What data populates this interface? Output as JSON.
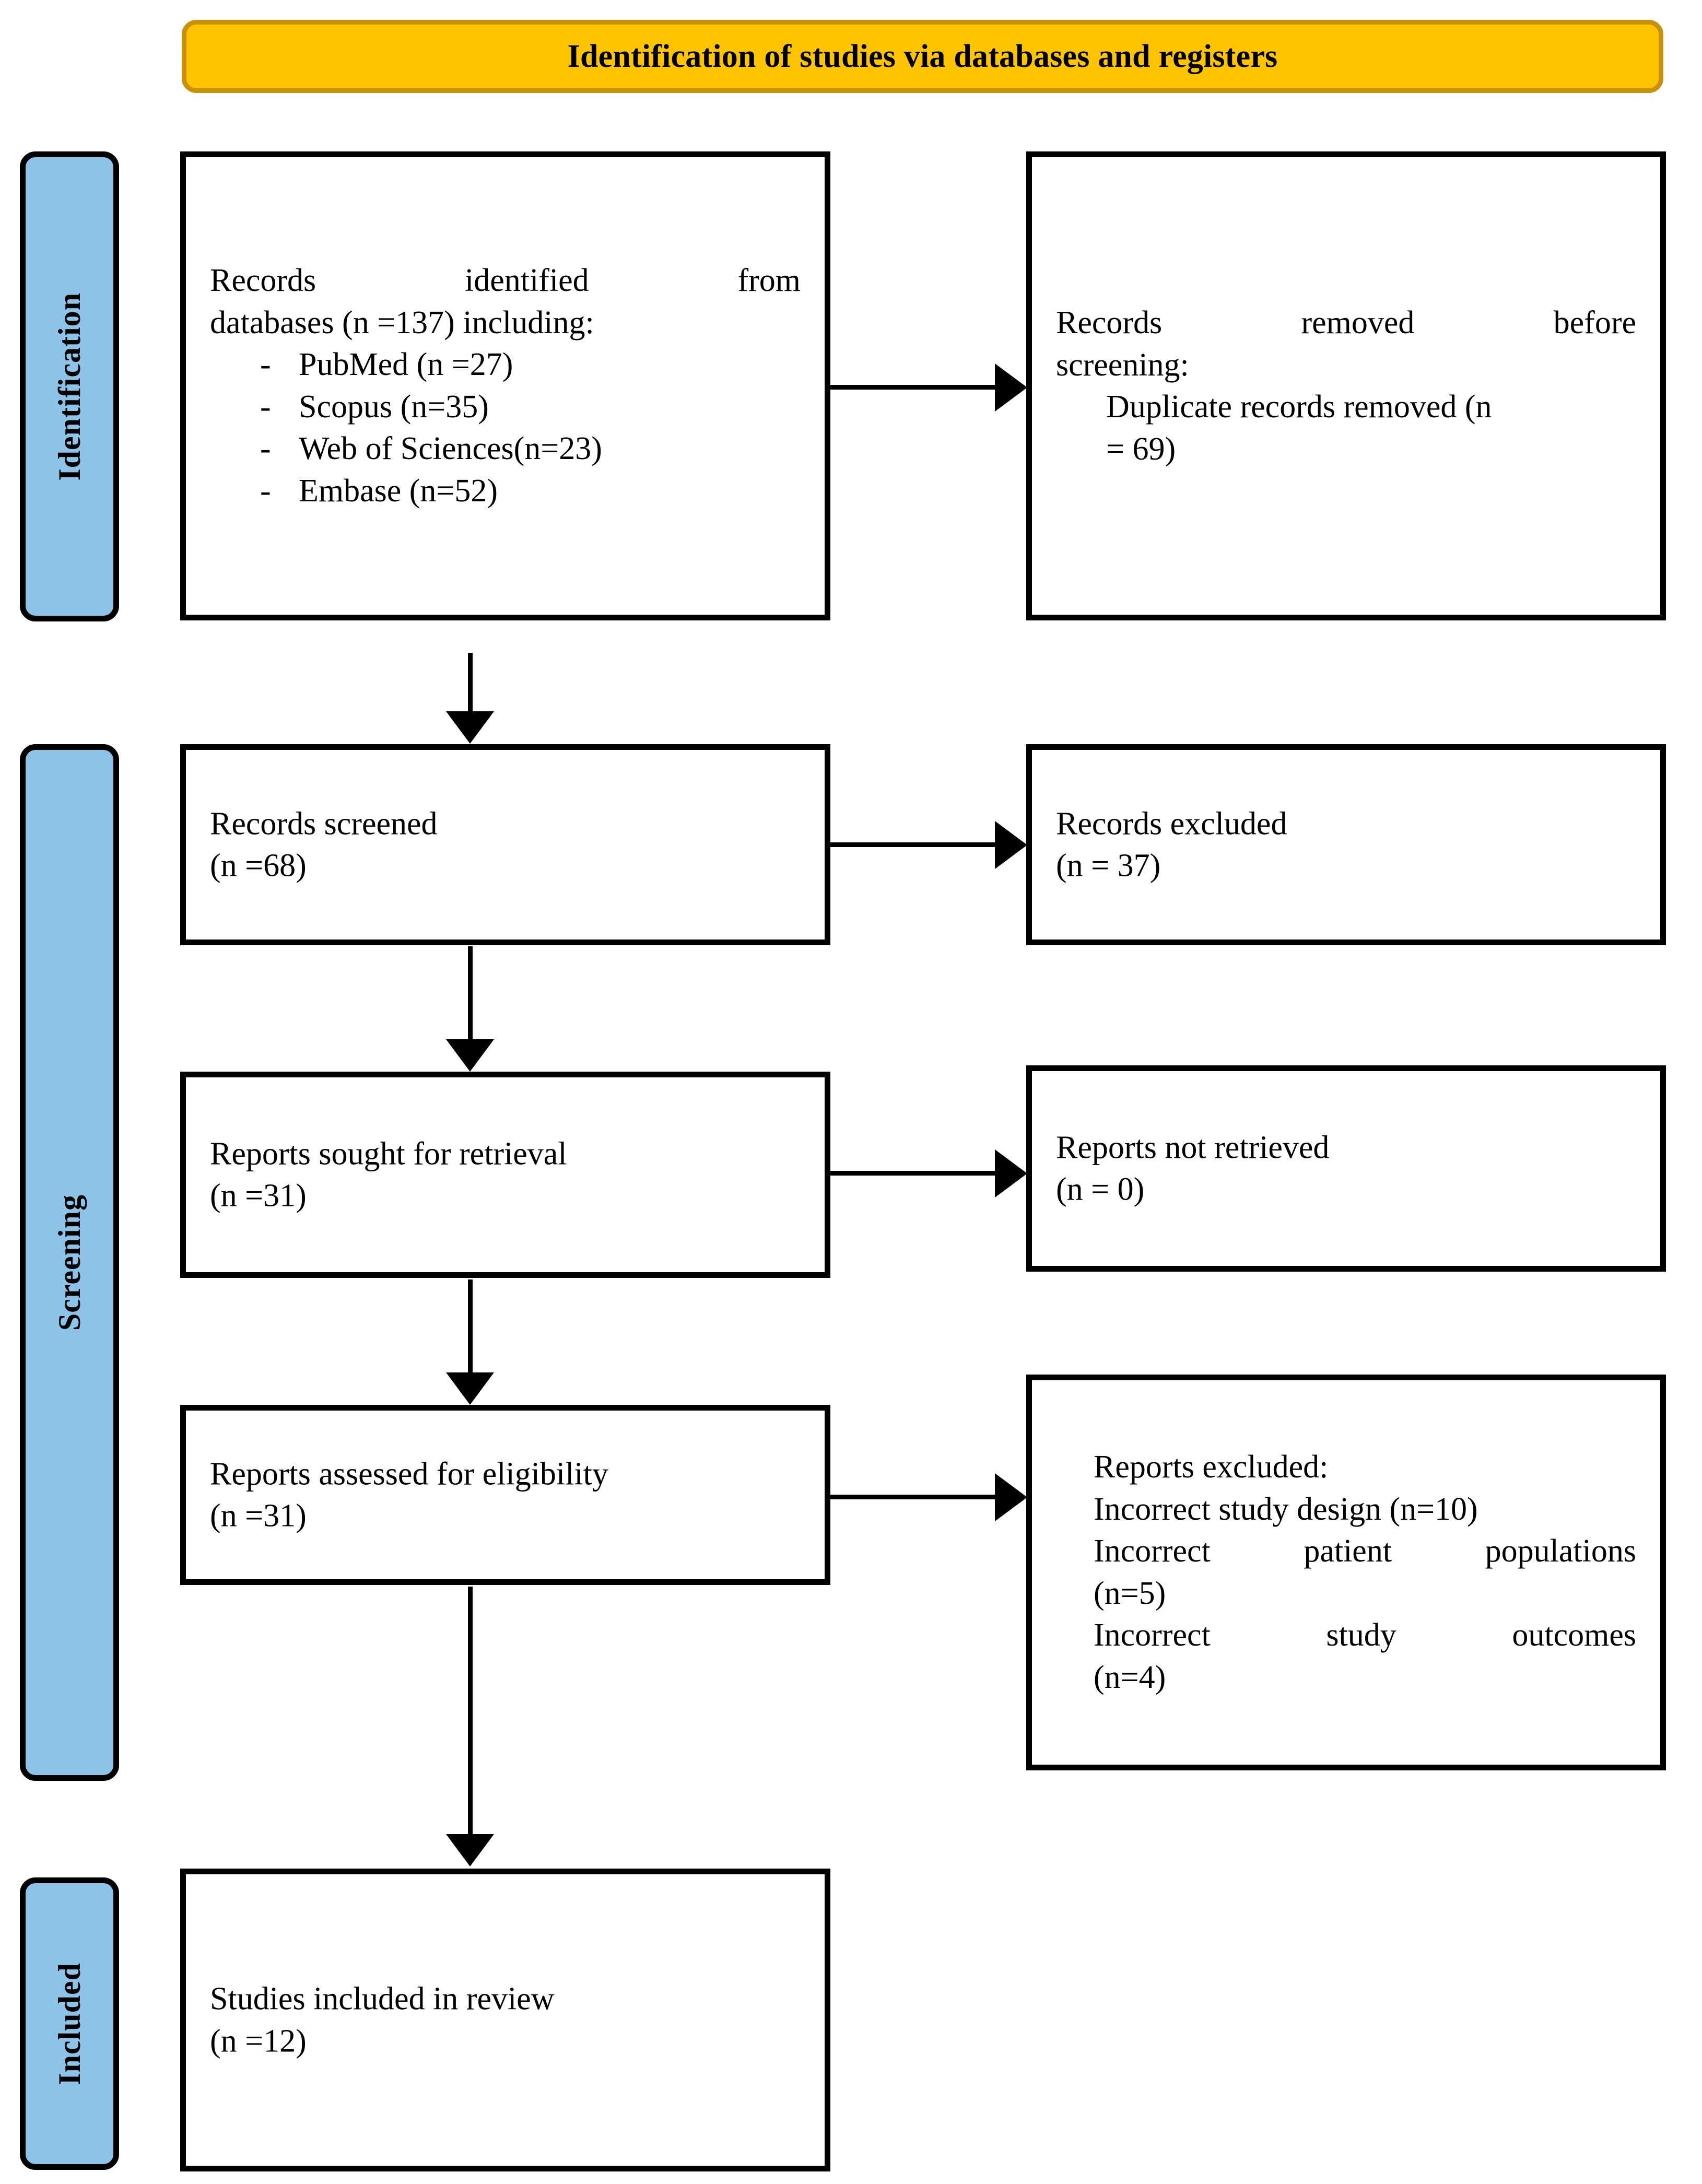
{
  "header": {
    "title": "Identification of studies via databases and registers",
    "bg_color": "#FFC400",
    "border_color": "#C9900A"
  },
  "stages": {
    "bar_color": "#8CC3E6",
    "identification": "Identification",
    "screening": "Screening",
    "included": "Included"
  },
  "boxes": {
    "records_identified": {
      "line1": "Records identified from",
      "line2": "databases (n =137) including:",
      "items": [
        {
          "marker": "-",
          "text": "PubMed (n =27)"
        },
        {
          "marker": "-",
          "text": "Scopus (n=35)"
        },
        {
          "marker": "-",
          "text": "Web of Sciences(n=23)"
        },
        {
          "marker": "-",
          "text": "Embase (n=52)"
        }
      ]
    },
    "records_removed": {
      "line1": "Records removed before",
      "line2": "screening:",
      "line3": "Duplicate records removed (n",
      "line4": "= 69)"
    },
    "records_screened": {
      "line1": "Records screened",
      "line2": "(n =68)"
    },
    "records_excluded": {
      "line1": "Records excluded",
      "line2": "(n = 37)"
    },
    "reports_sought": {
      "line1": "Reports sought for retrieval",
      "line2": "(n =31)"
    },
    "reports_not_retrieved": {
      "line1": "Reports not retrieved",
      "line2": "(n = 0)"
    },
    "reports_assessed": {
      "line1": "Reports assessed for eligibility",
      "line2": "(n =31)"
    },
    "reports_excluded": {
      "line1": "Reports excluded:",
      "line2": "Incorrect study design (n=10)",
      "line3": "Incorrect patient populations",
      "line4": "(n=5)",
      "line5": "Incorrect study outcomes",
      "line6": "(n=4)"
    },
    "studies_included": {
      "line1": "Studies included in review",
      "line2": "(n =12)"
    }
  }
}
